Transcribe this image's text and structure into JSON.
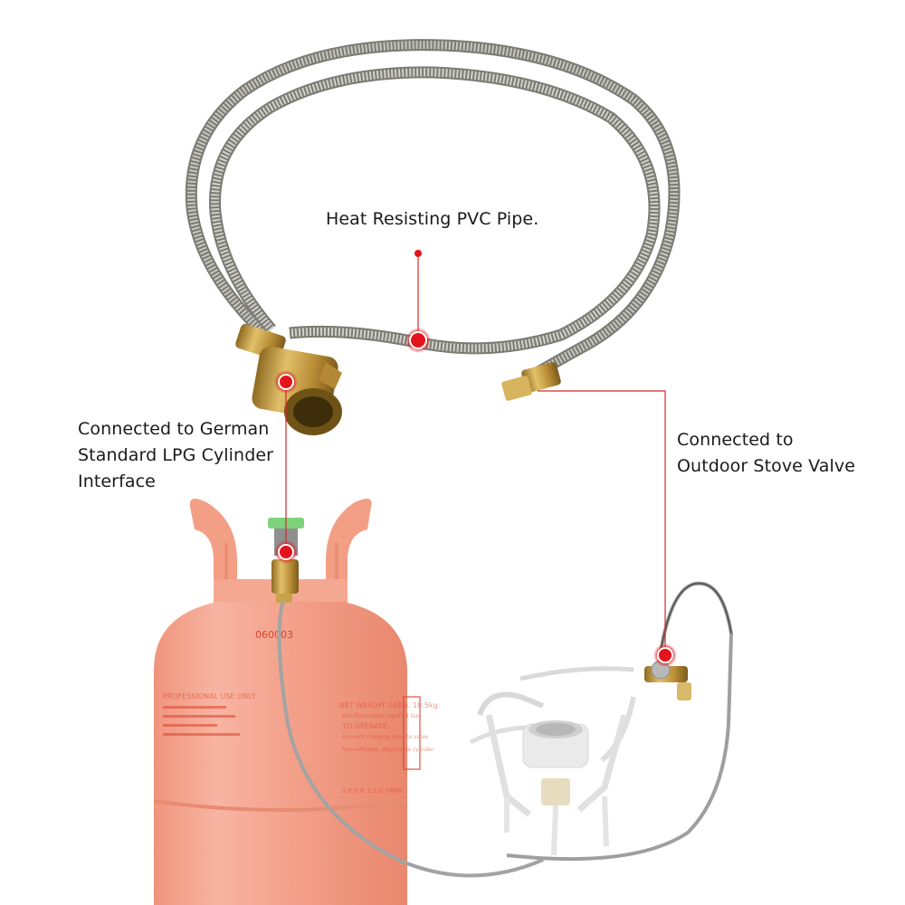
{
  "callouts": {
    "pipe": {
      "line1": "Heat Resisting PVC Pipe."
    },
    "cylinder": {
      "line1": "Connected to German",
      "line2": "Standard LPG Cylinder",
      "line3": "Interface"
    },
    "stove": {
      "line1": "Connected to",
      "line2": "Outdoor Stove Valve"
    }
  },
  "cylinder_label": {
    "serial": "060003",
    "top_line": "PROFESSIONAL USE ONLY",
    "net_weight": "NET WEIGHT 248lb. 10.5kg",
    "non_flammable": "Non-flammable Liquified Gas",
    "to_operate": "TO OPERATE:",
    "operate_line": "Connect charging hose to valve",
    "refill": "Non-refillable, disposable cylinder",
    "pressure": "S.P./T.P. 2.1/2.7MPa"
  },
  "colors": {
    "marker": "#e3141b",
    "leader_line": "#d42a2a",
    "cylinder_body": "#f4a08a",
    "brass": "#c9a24a",
    "hose": "#9a9a94",
    "valve_cap": "#7ed27a"
  }
}
